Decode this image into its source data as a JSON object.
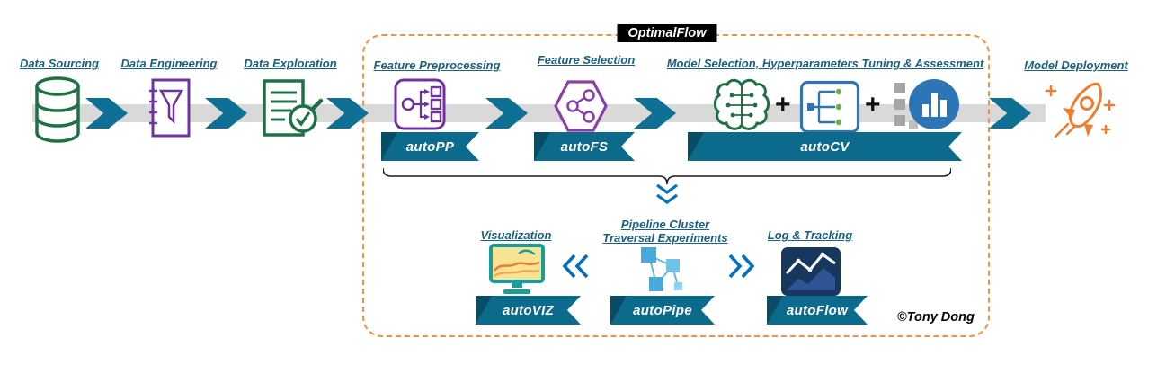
{
  "diagram": {
    "title_badge": "OptimalFlow",
    "copyright": "©Tony Dong"
  },
  "stages": {
    "data_sourcing": {
      "label": "Data Sourcing",
      "icon": "database-icon"
    },
    "data_engineering": {
      "label": "Data Engineering",
      "icon": "funnel-document-icon"
    },
    "data_exploration": {
      "label": "Data Exploration",
      "icon": "document-search-icon"
    },
    "feature_preprocessing была": null,
    "feature_preprocessing": {
      "label": "Feature Preprocessing",
      "module": "autoPP",
      "icon": "preprocessing-icon"
    },
    "feature_selection": {
      "label": "Feature Selection",
      "module": "autoFS",
      "icon": "hexagon-network-icon"
    },
    "model_selection": {
      "label": "Model Selection, Hyperparameters Tuning & Assessment",
      "module": "autoCV",
      "icons": [
        "brain-icon",
        "decision-tree-icon",
        "bar-chart-circle-icon"
      ]
    },
    "visualization": {
      "label": "Visualization",
      "module": "autoVIZ",
      "icon": "monitor-chart-icon"
    },
    "pipeline_cluster": {
      "label_line1": "Pipeline Cluster",
      "label_line2": "Traversal Experiments",
      "module": "autoPipe",
      "icon": "cluster-network-icon"
    },
    "log_tracking": {
      "label": "Log & Tracking",
      "module": "autoFlow",
      "icon": "line-chart-icon"
    },
    "model_deployment": {
      "label": "Model Deployment",
      "icon": "rocket-icon"
    }
  },
  "symbols": {
    "plus": "+"
  },
  "colors": {
    "banner": "#0C6B8D",
    "arrow": "#0F7096",
    "band": "#D9D9D9",
    "dashed_border": "#F4913E",
    "label_text": "#1B607F",
    "chevron_blue": "#0070C0",
    "green": "#1E7145",
    "purple": "#7030A0",
    "blue": "#2E75B6",
    "orange": "#ED7D31",
    "navy": "#17375E"
  }
}
